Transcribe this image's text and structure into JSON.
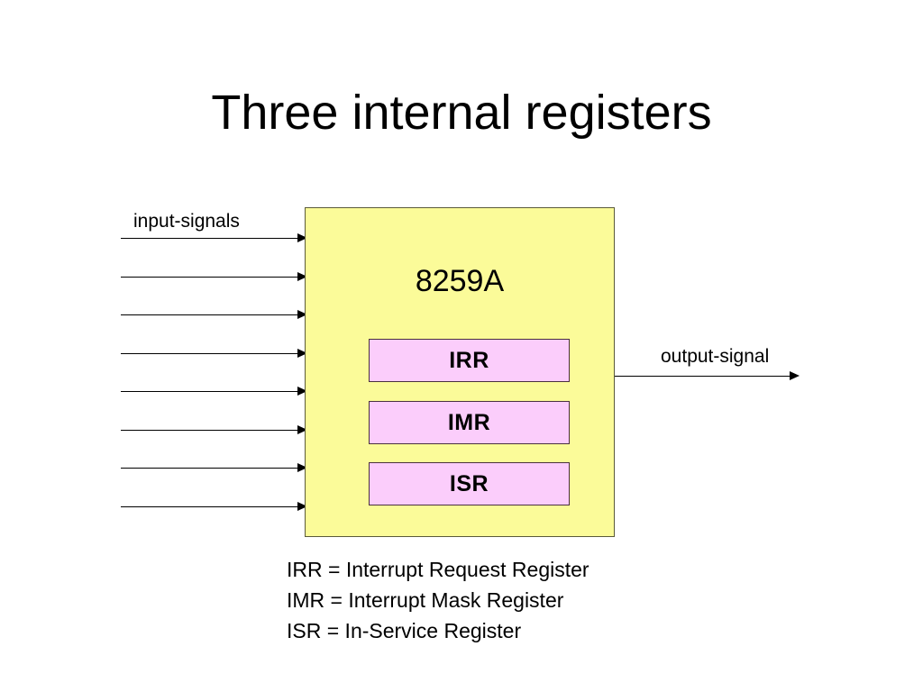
{
  "slide": {
    "title": "Three internal registers",
    "background_color": "#FFFFFF"
  },
  "diagram": {
    "chip": {
      "label": "8259A",
      "fill_color": "#FBFB99",
      "border_color": "#5A5A3A"
    },
    "registers": [
      {
        "label": "IRR",
        "fill_color": "#FBCDFB",
        "border_color": "#4A3040"
      },
      {
        "label": "IMR",
        "fill_color": "#FBCDFB",
        "border_color": "#4A3040"
      },
      {
        "label": "ISR",
        "fill_color": "#FBCDFB",
        "border_color": "#4A3040"
      }
    ],
    "input_label": "input-signals",
    "output_label": "output-signal",
    "input_arrow_count": 8,
    "output_arrow_count": 1,
    "arrow_color": "#000000"
  },
  "legend": {
    "lines": [
      "IRR = Interrupt Request Register",
      "IMR = Interrupt Mask Register",
      "ISR = In-Service Register"
    ]
  }
}
